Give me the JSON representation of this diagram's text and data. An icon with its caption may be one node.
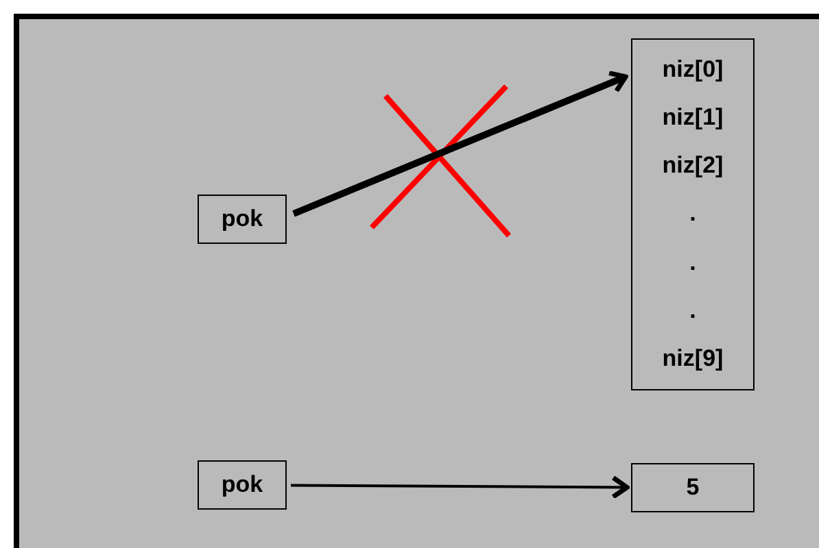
{
  "diagram": {
    "nodes": [
      {
        "text": [
          "pok"
        ]
      },
      {
        "text": [
          "niz[0]",
          "niz[1]",
          "niz[2]",
          ".",
          ".",
          ".",
          "niz[9]"
        ]
      },
      {
        "text": [
          "pok"
        ]
      },
      {
        "text": [
          "5"
        ]
      }
    ],
    "edges": [
      {
        "from": 0,
        "to": 1,
        "arrow": "to",
        "style": "thick"
      },
      {
        "from": 2,
        "to": 3,
        "arrow": "to"
      }
    ]
  }
}
